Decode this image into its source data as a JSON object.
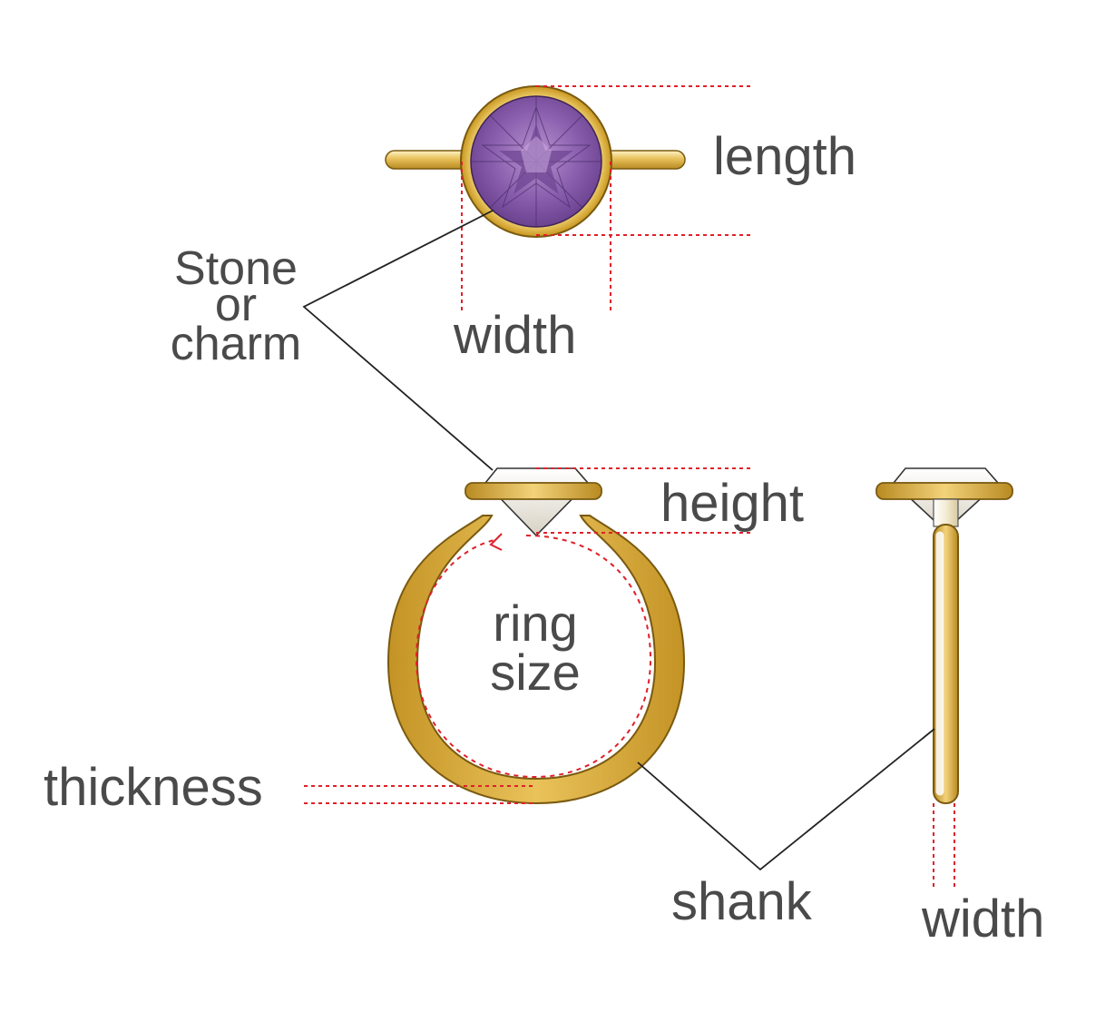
{
  "labels": {
    "length": "length",
    "width_top": "width",
    "stone_line1": "Stone",
    "stone_line2": "or",
    "stone_line3": "charm",
    "height": "height",
    "ring_size_line1": "ring",
    "ring_size_line2": "size",
    "thickness": "thickness",
    "shank": "shank",
    "width_side": "width"
  },
  "colors": {
    "gold": "#d9a93a",
    "gold_dark": "#a8801e",
    "gold_light": "#fff8d8",
    "amethyst": "#9a6fb8",
    "amethyst_dark": "#5e3a7e",
    "dimension_line": "#e0202a",
    "leader_line": "#222222",
    "text": "#4a4a4a"
  }
}
